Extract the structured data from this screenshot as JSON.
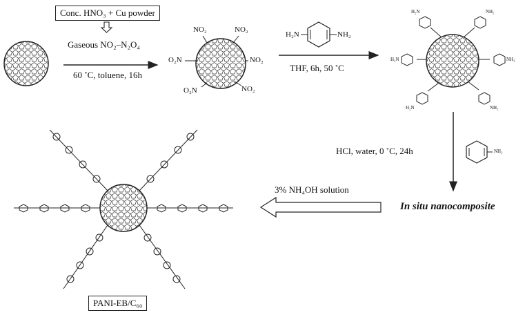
{
  "reagents": {
    "box_text": "Conc. HNO₃ + Cu powder",
    "gas_text": "Gaseous NO₂–N₂O₄",
    "cond1": "60 ˚C, toluene, 16h",
    "cond2": "THF, 6h, 50 ˚C",
    "cond3": "HCl, water, 0 ˚C, 24h",
    "cond4": "3% NH₄OH solution"
  },
  "molecules": {
    "no2": "NO₂",
    "o2n": "O₂N",
    "ppd_left": "H₂N",
    "ppd_right": "NH₂",
    "nh2": "NH₂",
    "h2n": "H₂N",
    "aniline_nh2": "NH₂"
  },
  "products": {
    "nanocomposite": "In situ nanocomposite",
    "pani_label": "PANI-EB/C₆₀"
  },
  "colors": {
    "line": "#222222",
    "arrow_hollow": "#ffffff"
  }
}
